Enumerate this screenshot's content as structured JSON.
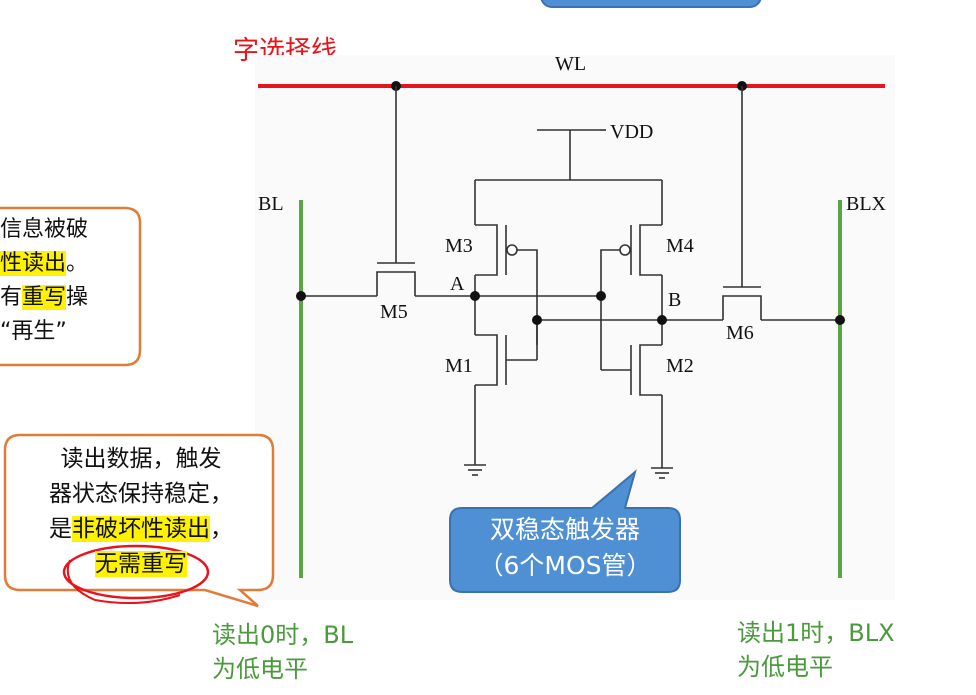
{
  "title_red": "字选择线",
  "labels": {
    "wl": "WL",
    "vdd": "VDD",
    "bl": "BL",
    "blx": "BLX",
    "m1": "M1",
    "m2": "M2",
    "m3": "M3",
    "m4": "M4",
    "m5": "M5",
    "m6": "M6",
    "node_a": "A",
    "node_b": "B"
  },
  "callout_top": {
    "line1": "信息被破",
    "line2_hl": "性读出",
    "line2_tail": "。",
    "line3_pre": "有",
    "line3_hl": "重写",
    "line3_tail": "操",
    "line4": "“再生”"
  },
  "callout_bottom": {
    "line1": "读出数据，触发",
    "line2": "器状态保持稳定，",
    "line3_pre": "是",
    "line3_hl": "非破坏性读出",
    "line3_tail": "，",
    "line4_hl": "无需重写"
  },
  "blue_box": {
    "line1": "双稳态触发器",
    "line2": "（6个MOS管）"
  },
  "note_left": {
    "line1": "读出0时，BL",
    "line2": "为低电平"
  },
  "note_right": {
    "line1": "读出1时，BLX",
    "line2": "为低电平"
  },
  "colors": {
    "wl_line": "#e8141c",
    "bitline": "#5aa646",
    "callout_border": "#e07b39",
    "blue_box": "#4f8fd3",
    "highlight": "#fff200",
    "red_title": "#e8141c"
  }
}
